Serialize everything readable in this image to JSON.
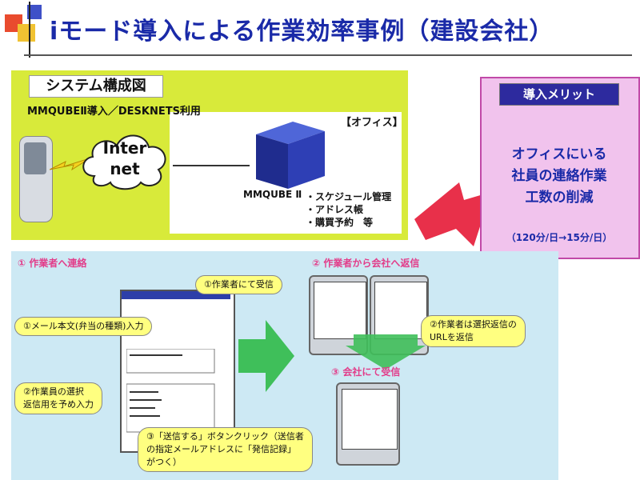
{
  "title": "iモード導入による作業効率事例（建設会社）",
  "system": {
    "label": "システム構成図",
    "subtitle": "MMQUBEⅡ導入／DESKNETS利用",
    "cloud_text": "Inter\nnet",
    "office_tag": "【オフィス】",
    "server_name": "MMQUBE Ⅱ",
    "features": [
      "・スケジュール管理",
      "・アドレス帳",
      "・購買予約　等"
    ]
  },
  "merit": {
    "heading": "導入メリット",
    "text": "オフィスにいる\n社員の連絡作業\n工数の削減",
    "note": "（120分/日→15分/日）"
  },
  "steps": {
    "step1": "① 作業者へ連絡",
    "step2": "② 作業者から会社へ返信",
    "step3": "③ 会社にて受信"
  },
  "callouts": {
    "c1": "①メール本文(弁当の種類)入力",
    "c2": "②作業員の選択\n返信用を予め入力",
    "c3": "③「送信する」ボタンクリック（送信者\nの指定メールアドレスに「発信記録」\nがつく）",
    "c4": "①作業者にて受信",
    "c5": "②作業者は選択返信の\nURLを返信"
  },
  "colors": {
    "title": "#1a2aa8",
    "green_panel": "#d8ea3a",
    "merit_bg": "#f1c3ed",
    "merit_head": "#2d2a9e",
    "blue_panel": "#cde9f4",
    "step_label": "#e23d8a",
    "callout": "#ffff80"
  }
}
